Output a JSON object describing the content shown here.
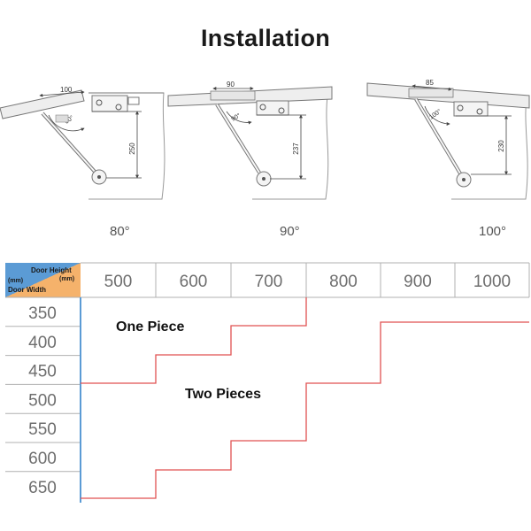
{
  "page": {
    "title": "Installation"
  },
  "diagrams": [
    {
      "angle_label": "80°",
      "arc_label": "80°",
      "width_dim": "100",
      "height_dim": "250"
    },
    {
      "angle_label": "90°",
      "arc_label": "90°",
      "width_dim": "90",
      "height_dim": "237"
    },
    {
      "angle_label": "100°",
      "arc_label": "100°",
      "width_dim": "85",
      "height_dim": "230"
    }
  ],
  "table": {
    "corner_header": {
      "door_height": "Door Height",
      "unit_right": "(mm)",
      "unit_left": "(mm)",
      "door_width": "Door Width"
    },
    "door_heights": [
      "500",
      "600",
      "700",
      "800",
      "900",
      "1000"
    ],
    "door_widths": [
      "350",
      "400",
      "450",
      "500",
      "550",
      "600",
      "650"
    ],
    "region_labels": {
      "one_piece": "One Piece",
      "two_pieces": "Two Pieces"
    },
    "header_color": "#5b9bd5",
    "corner_color": "#f5b26b",
    "boundary_color": "#e05252"
  }
}
